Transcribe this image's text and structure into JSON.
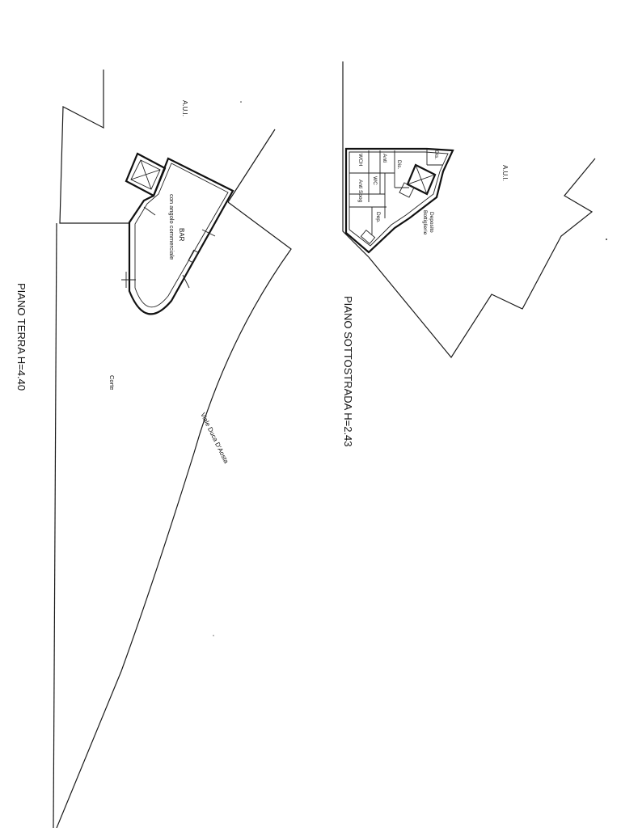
{
  "drawing": {
    "ground_floor": {
      "title": "PIANO TERRA H=4.40",
      "label_altri": "A.U.I.",
      "room_name": "BAR",
      "room_note": "con angolo commerciale",
      "courtyard": "Corte",
      "street": "Viale Duca D'Aosta"
    },
    "basement": {
      "title": "PIANO SOTTOSTRADA H=2.43",
      "label_altri": "A.U.I.",
      "rooms": {
        "wch": "WCH",
        "anti1": "Anti",
        "wc": "WC",
        "anti_spog": "Anti Spog",
        "dis1": "Dis.",
        "dis2": "Dis.",
        "dep": "Dep.",
        "deposito": "Deposito",
        "bottiglierie": "Bottiglierie"
      }
    }
  }
}
